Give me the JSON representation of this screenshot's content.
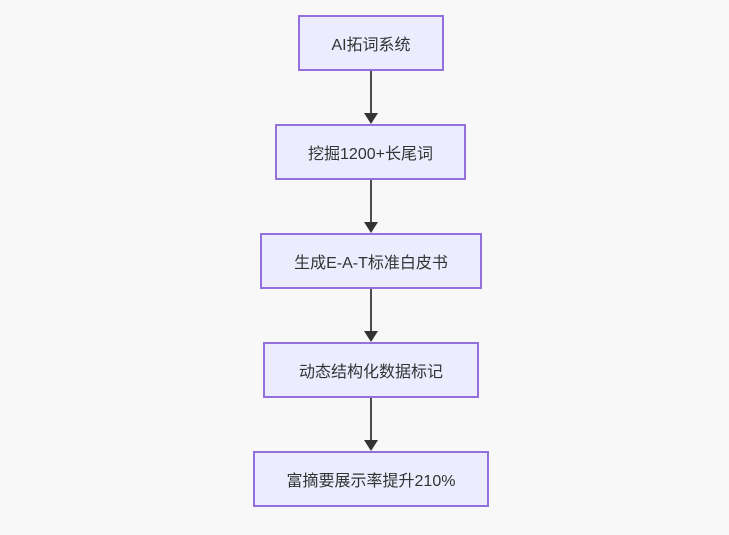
{
  "diagram": {
    "type": "flowchart",
    "direction": "top-down",
    "background_color": "#f8f8f8",
    "node_fill_color": "#ECECFF",
    "node_border_color": "#9370DB",
    "text_color": "#333333",
    "arrow_color": "#333333",
    "nodes": [
      {
        "label": "AI拓词系统"
      },
      {
        "label": "挖掘1200+长尾词"
      },
      {
        "label": "生成E-A-T标准白皮书"
      },
      {
        "label": "动态结构化数据标记"
      },
      {
        "label": "富摘要展示率提升210%"
      }
    ],
    "edges": [
      {
        "from": 0,
        "to": 1
      },
      {
        "from": 1,
        "to": 2
      },
      {
        "from": 2,
        "to": 3
      },
      {
        "from": 3,
        "to": 4
      }
    ]
  }
}
